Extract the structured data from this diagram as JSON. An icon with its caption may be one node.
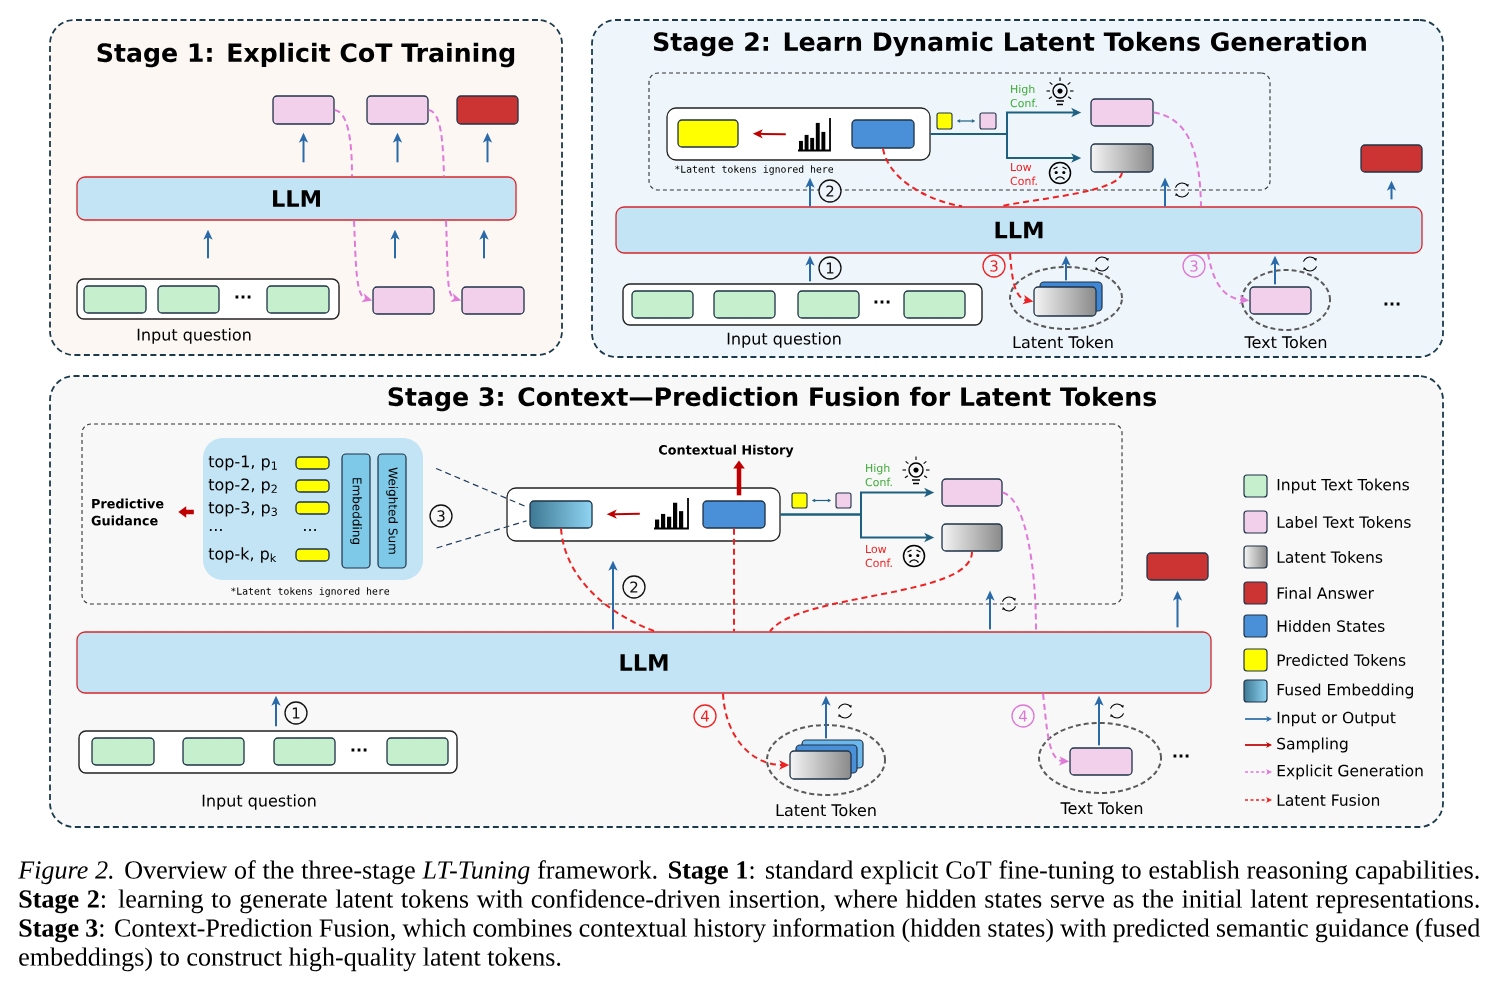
{
  "diagram": {
    "nodes": [
      {
        "text": [
          "Stage 1: Explicit CoT Training"
        ]
      },
      {
        "text": [],
        "shape": "box",
        "in": 0
      },
      {
        "text": [],
        "shape": "box",
        "in": 0
      },
      {
        "text": [],
        "shape": "box",
        "in": 0
      },
      {
        "text": [
          "LLM"
        ],
        "in": 0
      },
      {
        "text": [
          "...",
          "Input question"
        ],
        "in": 0
      },
      {
        "text": [],
        "shape": "box",
        "in": 5
      },
      {
        "text": [],
        "shape": "box",
        "in": 5
      },
      {
        "text": [],
        "shape": "box",
        "in": 5
      },
      {
        "text": [],
        "shape": "box",
        "in": 0
      },
      {
        "text": [],
        "shape": "box",
        "in": 0
      },
      {
        "text": [
          "Stage 2: Learn Dynamic Latent Tokens Generation"
        ]
      },
      {
        "text": [],
        "shape": "box",
        "in": 11
      },
      {
        "text": [],
        "shape": "box",
        "in": 12,
        "beside": [
          "*Latent tokens ignored here"
        ]
      },
      {
        "text": [],
        "shape": "box",
        "in": 13
      },
      {
        "text": [],
        "shape": "picture",
        "in": 13
      },
      {
        "text": [],
        "shape": "box",
        "in": 13
      },
      {
        "text": [],
        "shape": "box",
        "in": 12
      },
      {
        "text": [],
        "shape": "box",
        "in": 12
      },
      {
        "text": [],
        "shape": "box",
        "in": 12
      },
      {
        "text": [],
        "shape": "box",
        "in": 12
      },
      {
        "text": [],
        "shape": "box",
        "in": 11
      },
      {
        "text": [
          "LLM"
        ],
        "in": 11
      },
      {
        "text": [
          "...",
          "Input question"
        ],
        "in": 11
      },
      {
        "text": [],
        "shape": "box",
        "in": 23
      },
      {
        "text": [],
        "shape": "box",
        "in": 23
      },
      {
        "text": [],
        "shape": "box",
        "in": 23
      },
      {
        "text": [],
        "shape": "box",
        "in": 23
      },
      {
        "text": [
          "Latent Token"
        ],
        "in": 11
      },
      {
        "text": [],
        "shape": "box",
        "in": 28
      },
      {
        "text": [
          "Text Token"
        ],
        "in": 11
      },
      {
        "text": [],
        "shape": "box",
        "in": 30
      },
      {
        "text": [
          "Stage 3: Context—Prediction Fusion for Latent Tokens"
        ]
      },
      {
        "text": [],
        "shape": "box",
        "in": 32
      },
      {
        "text": [
          "Predictive Guidance"
        ],
        "in": 33
      },
      {
        "text": [
          "top-1, p$_{1}$",
          "top-2, p$_{2}$",
          "top-3, p$_{3}$",
          "...",
          "...",
          "top-k, p$_{k}$"
        ],
        "in": 33,
        "beside": [
          "*Latent tokens ignored here"
        ]
      },
      {
        "text": [],
        "shape": "box",
        "in": 35
      },
      {
        "text": [],
        "shape": "box",
        "in": 35
      },
      {
        "text": [],
        "shape": "box",
        "in": 35
      },
      {
        "text": [],
        "shape": "box",
        "in": 35
      },
      {
        "text": [
          "Embedding"
        ],
        "in": 35
      },
      {
        "text": [
          "Weighted Sum"
        ],
        "in": 35
      },
      {
        "text": [
          "Contextual History"
        ],
        "in": 33
      },
      {
        "text": [],
        "shape": "box",
        "in": 33
      },
      {
        "text": [],
        "shape": "box",
        "in": 43
      },
      {
        "text": [],
        "shape": "picture",
        "in": 43
      },
      {
        "text": [],
        "shape": "box",
        "in": 43
      },
      {
        "text": [],
        "shape": "box",
        "in": 33
      },
      {
        "text": [],
        "shape": "box",
        "in": 33
      },
      {
        "text": [],
        "shape": "box",
        "in": 33
      },
      {
        "text": [],
        "shape": "box",
        "in": 33
      },
      {
        "text": [],
        "shape": "box",
        "in": 32
      },
      {
        "text": [
          "LLM"
        ],
        "in": 32
      },
      {
        "text": [
          "...",
          "Input question"
        ],
        "in": 32
      },
      {
        "text": [],
        "shape": "box",
        "in": 53
      },
      {
        "text": [],
        "shape": "box",
        "in": 53
      },
      {
        "text": [],
        "shape": "box",
        "in": 53
      },
      {
        "text": [],
        "shape": "box",
        "in": 53
      },
      {
        "text": [
          "Latent Token"
        ],
        "in": 32
      },
      {
        "text": [],
        "shape": "box",
        "in": 58
      },
      {
        "text": [
          "Text Token"
        ],
        "in": 32
      },
      {
        "text": [],
        "shape": "box",
        "in": 60
      }
    ],
    "edges": [
      {
        "from": 4,
        "to": 1,
        "arrow": "to"
      },
      {
        "from": 4,
        "to": 2,
        "arrow": "to"
      },
      {
        "from": 4,
        "to": 3,
        "arrow": "to"
      },
      {
        "from": 5,
        "to": 4,
        "arrow": "to"
      },
      {
        "from": 9,
        "to": 4,
        "arrow": "to"
      },
      {
        "from": 10,
        "to": 4,
        "arrow": "to"
      },
      {
        "from": 1,
        "to": 4,
        "arrow": "none",
        "style": "dashed",
        "color": "#e07ad8"
      },
      {
        "from": 4,
        "to": 9,
        "arrow": "to",
        "style": "dashed",
        "color": "#e07ad8"
      },
      {
        "from": 2,
        "to": 4,
        "arrow": "none",
        "style": "dashed",
        "color": "#e07ad8"
      },
      {
        "from": 4,
        "to": 10,
        "arrow": "to",
        "style": "dashed",
        "color": "#e07ad8"
      },
      {
        "from": 15,
        "to": 14,
        "arrow": "to",
        "color": "#c00000"
      },
      {
        "from": 17,
        "to": 18,
        "arrow": "both",
        "color": "#1f6080"
      },
      {
        "from": 13,
        "to": 19,
        "arrow": "to",
        "label": "High Conf.",
        "color": "#1f6080"
      },
      {
        "from": 13,
        "to": 20,
        "arrow": "to",
        "label": "Low Conf.",
        "color": "#1f6080"
      },
      {
        "from": 22,
        "to": 13,
        "arrow": "to",
        "label": "2"
      },
      {
        "from": 22,
        "to": 12,
        "arrow": "to"
      },
      {
        "from": 22,
        "to": 21,
        "arrow": "to"
      },
      {
        "from": 16,
        "to": 22,
        "arrow": "none",
        "style": "dashed",
        "color": "#ee2222"
      },
      {
        "from": 20,
        "to": 22,
        "arrow": "none",
        "style": "dashed",
        "color": "#ee2222"
      },
      {
        "from": 19,
        "to": 22,
        "arrow": "none",
        "style": "dashed",
        "color": "#e07ad8"
      },
      {
        "from": 23,
        "to": 22,
        "arrow": "to",
        "label": "1"
      },
      {
        "from": 22,
        "to": 29,
        "arrow": "to",
        "label": "3",
        "style": "dashed",
        "color": "#ee2222"
      },
      {
        "from": 29,
        "to": 22,
        "arrow": "to"
      },
      {
        "from": 22,
        "to": 31,
        "arrow": "to",
        "label": "3",
        "style": "dashed",
        "color": "#e07ad8"
      },
      {
        "from": 31,
        "to": 22,
        "arrow": "to"
      },
      {
        "from": 35,
        "to": 34,
        "arrow": "to",
        "style": "thick",
        "color": "#c00000"
      },
      {
        "from": 35,
        "to": 44,
        "arrow": "none",
        "style": "dashed",
        "color": "#1f3b5a"
      },
      {
        "from": 35,
        "to": 44,
        "arrow": "none",
        "style": "dashed",
        "color": "#1f3b5a"
      },
      {
        "from": 46,
        "to": 42,
        "arrow": "to",
        "style": "thick",
        "color": "#c00000"
      },
      {
        "from": 45,
        "to": 44,
        "arrow": "to",
        "color": "#c00000"
      },
      {
        "from": 47,
        "to": 48,
        "arrow": "both",
        "color": "#1f6080"
      },
      {
        "from": 43,
        "to": 49,
        "arrow": "to",
        "label": "High Conf.",
        "color": "#1f6080"
      },
      {
        "from": 43,
        "to": 50,
        "arrow": "to",
        "label": "Low Conf.",
        "color": "#1f6080"
      },
      {
        "from": 52,
        "to": 43,
        "arrow": "to",
        "label": "2"
      },
      {
        "from": 52,
        "to": 33,
        "arrow": "to"
      },
      {
        "from": 52,
        "to": 51,
        "arrow": "to"
      },
      {
        "from": 44,
        "to": 52,
        "arrow": "none",
        "style": "dashed",
        "color": "#ee2222"
      },
      {
        "from": 46,
        "to": 52,
        "arrow": "none",
        "style": "dashed",
        "color": "#ee2222"
      },
      {
        "from": 50,
        "to": 52,
        "arrow": "none",
        "style": "dashed",
        "color": "#ee2222"
      },
      {
        "from": 49,
        "to": 52,
        "arrow": "none",
        "style": "dashed",
        "color": "#e07ad8"
      },
      {
        "from": 53,
        "to": 52,
        "arrow": "to",
        "label": "1"
      },
      {
        "from": 52,
        "to": 59,
        "arrow": "to",
        "label": "4",
        "style": "dashed",
        "color": "#ee2222"
      },
      {
        "from": 59,
        "to": 52,
        "arrow": "to"
      },
      {
        "from": 52,
        "to": 61,
        "arrow": "to",
        "label": "4",
        "style": "dashed",
        "color": "#e07ad8"
      },
      {
        "from": 61,
        "to": 52,
        "arrow": "to"
      }
    ],
    "labels": [
      "...",
      "3",
      "..."
    ],
    "legend": [
      {
        "text": "Input Text Tokens",
        "color": "#c6efce"
      },
      {
        "text": "Label Text Tokens",
        "color": "#f2d0ec"
      },
      {
        "text": "Latent Tokens"
      },
      {
        "text": "Final Answer",
        "color": "#cc3333"
      },
      {
        "text": "Hidden States",
        "color": "#4a90d9"
      },
      {
        "text": "Predicted Tokens",
        "color": "#ffff00"
      },
      {
        "text": "Fused Embedding"
      },
      {
        "text": "Input or Output"
      },
      {
        "text": "Sampling"
      },
      {
        "text": "Explicit Generation"
      },
      {
        "text": "Latent Fusion"
      }
    ],
    "caption": "*Figure 2.* Overview of the three-stage *LT-Tuning* framework. **Stage 1**: standard explicit CoT fine-tuning to establish reasoning capabilities. **Stage 2**: learning to generate latent tokens with confidence-driven insertion, where hidden states serve as the initial latent representations. **Stage 3**: Context-Prediction Fusion, which combines contextual history information (hidden states) with predicted semantic guidance (fused embeddings) to construct high-quality latent tokens."
  }
}
